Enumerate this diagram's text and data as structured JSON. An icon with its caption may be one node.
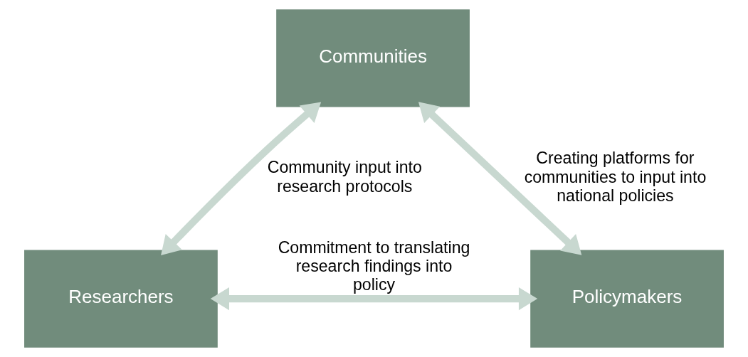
{
  "diagram": {
    "nodes": [
      {
        "text": [
          "Communities"
        ]
      },
      {
        "text": [
          "Researchers"
        ]
      },
      {
        "text": [
          "Policymakers"
        ]
      }
    ],
    "edges": [
      {
        "from": 1,
        "to": 0,
        "arrow": "both",
        "label": "Community input into research protocols"
      },
      {
        "from": 0,
        "to": 2,
        "arrow": "both",
        "label": "Creating platforms for communities to input into national policies"
      },
      {
        "from": 1,
        "to": 2,
        "arrow": "both",
        "label": "Commitment to translating research findings into policy"
      }
    ]
  }
}
